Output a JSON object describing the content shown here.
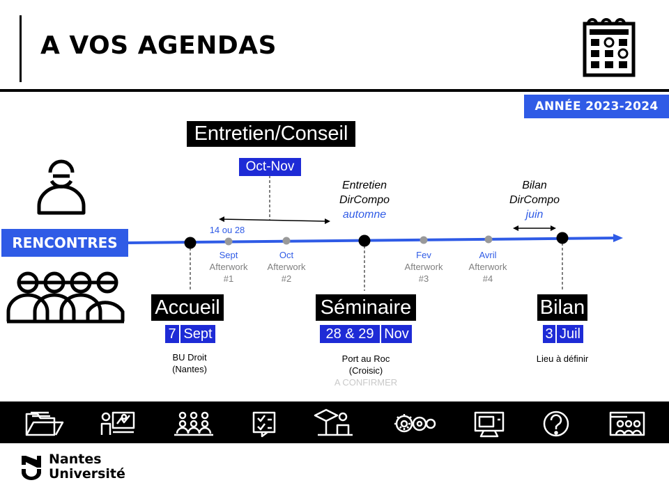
{
  "header": {
    "title": "A VOS AGENDAS",
    "year_badge": "ANNÉE 2023-2024",
    "calendar_icon": "calendar-icon"
  },
  "rencontres_label": "RENCONTRES",
  "top_event": {
    "title": "Entretien/Conseil",
    "period": "Oct-Nov",
    "range_note": "14 ou 28"
  },
  "timeline_notes": [
    {
      "line1": "Entretien",
      "line2": "DirCompo",
      "line3": "automne"
    },
    {
      "line1": "Bilan",
      "line2": "DirCompo",
      "line3": "juin"
    }
  ],
  "afterworks": [
    {
      "month": "Sept",
      "label": "Afterwork",
      "num": "#1"
    },
    {
      "month": "Oct",
      "label": "Afterwork",
      "num": "#2"
    },
    {
      "month": "Fev",
      "label": "Afterwork",
      "num": "#3"
    },
    {
      "month": "Avril",
      "label": "Afterwork",
      "num": "#4"
    }
  ],
  "milestones": [
    {
      "title": "Accueil",
      "date_a": "7",
      "date_b": "Sept",
      "place1": "BU Droit",
      "place2": "(Nantes)",
      "note": ""
    },
    {
      "title": "Séminaire",
      "date_a": "28 & 29",
      "date_b": "Nov",
      "place1": "Port au Roc",
      "place2": "(Croisic)",
      "note": "A CONFIRMER"
    },
    {
      "title": "Bilan",
      "date_a": "3",
      "date_b": "Juil",
      "place1": "Lieu à définir",
      "place2": "",
      "note": ""
    }
  ],
  "footer_icons": [
    "folder-icon",
    "teacher-board-icon",
    "team-meeting-icon",
    "checklist-board-icon",
    "presentation-icon",
    "gears-icon",
    "computer-icon",
    "help-icon",
    "classroom-icon"
  ],
  "logo": {
    "line1": "Nantes",
    "line2": "Université"
  },
  "colors": {
    "accent_blue": "#2f5be6",
    "dark_blue": "#1e2bd6",
    "black": "#000000",
    "grey": "#999999"
  }
}
